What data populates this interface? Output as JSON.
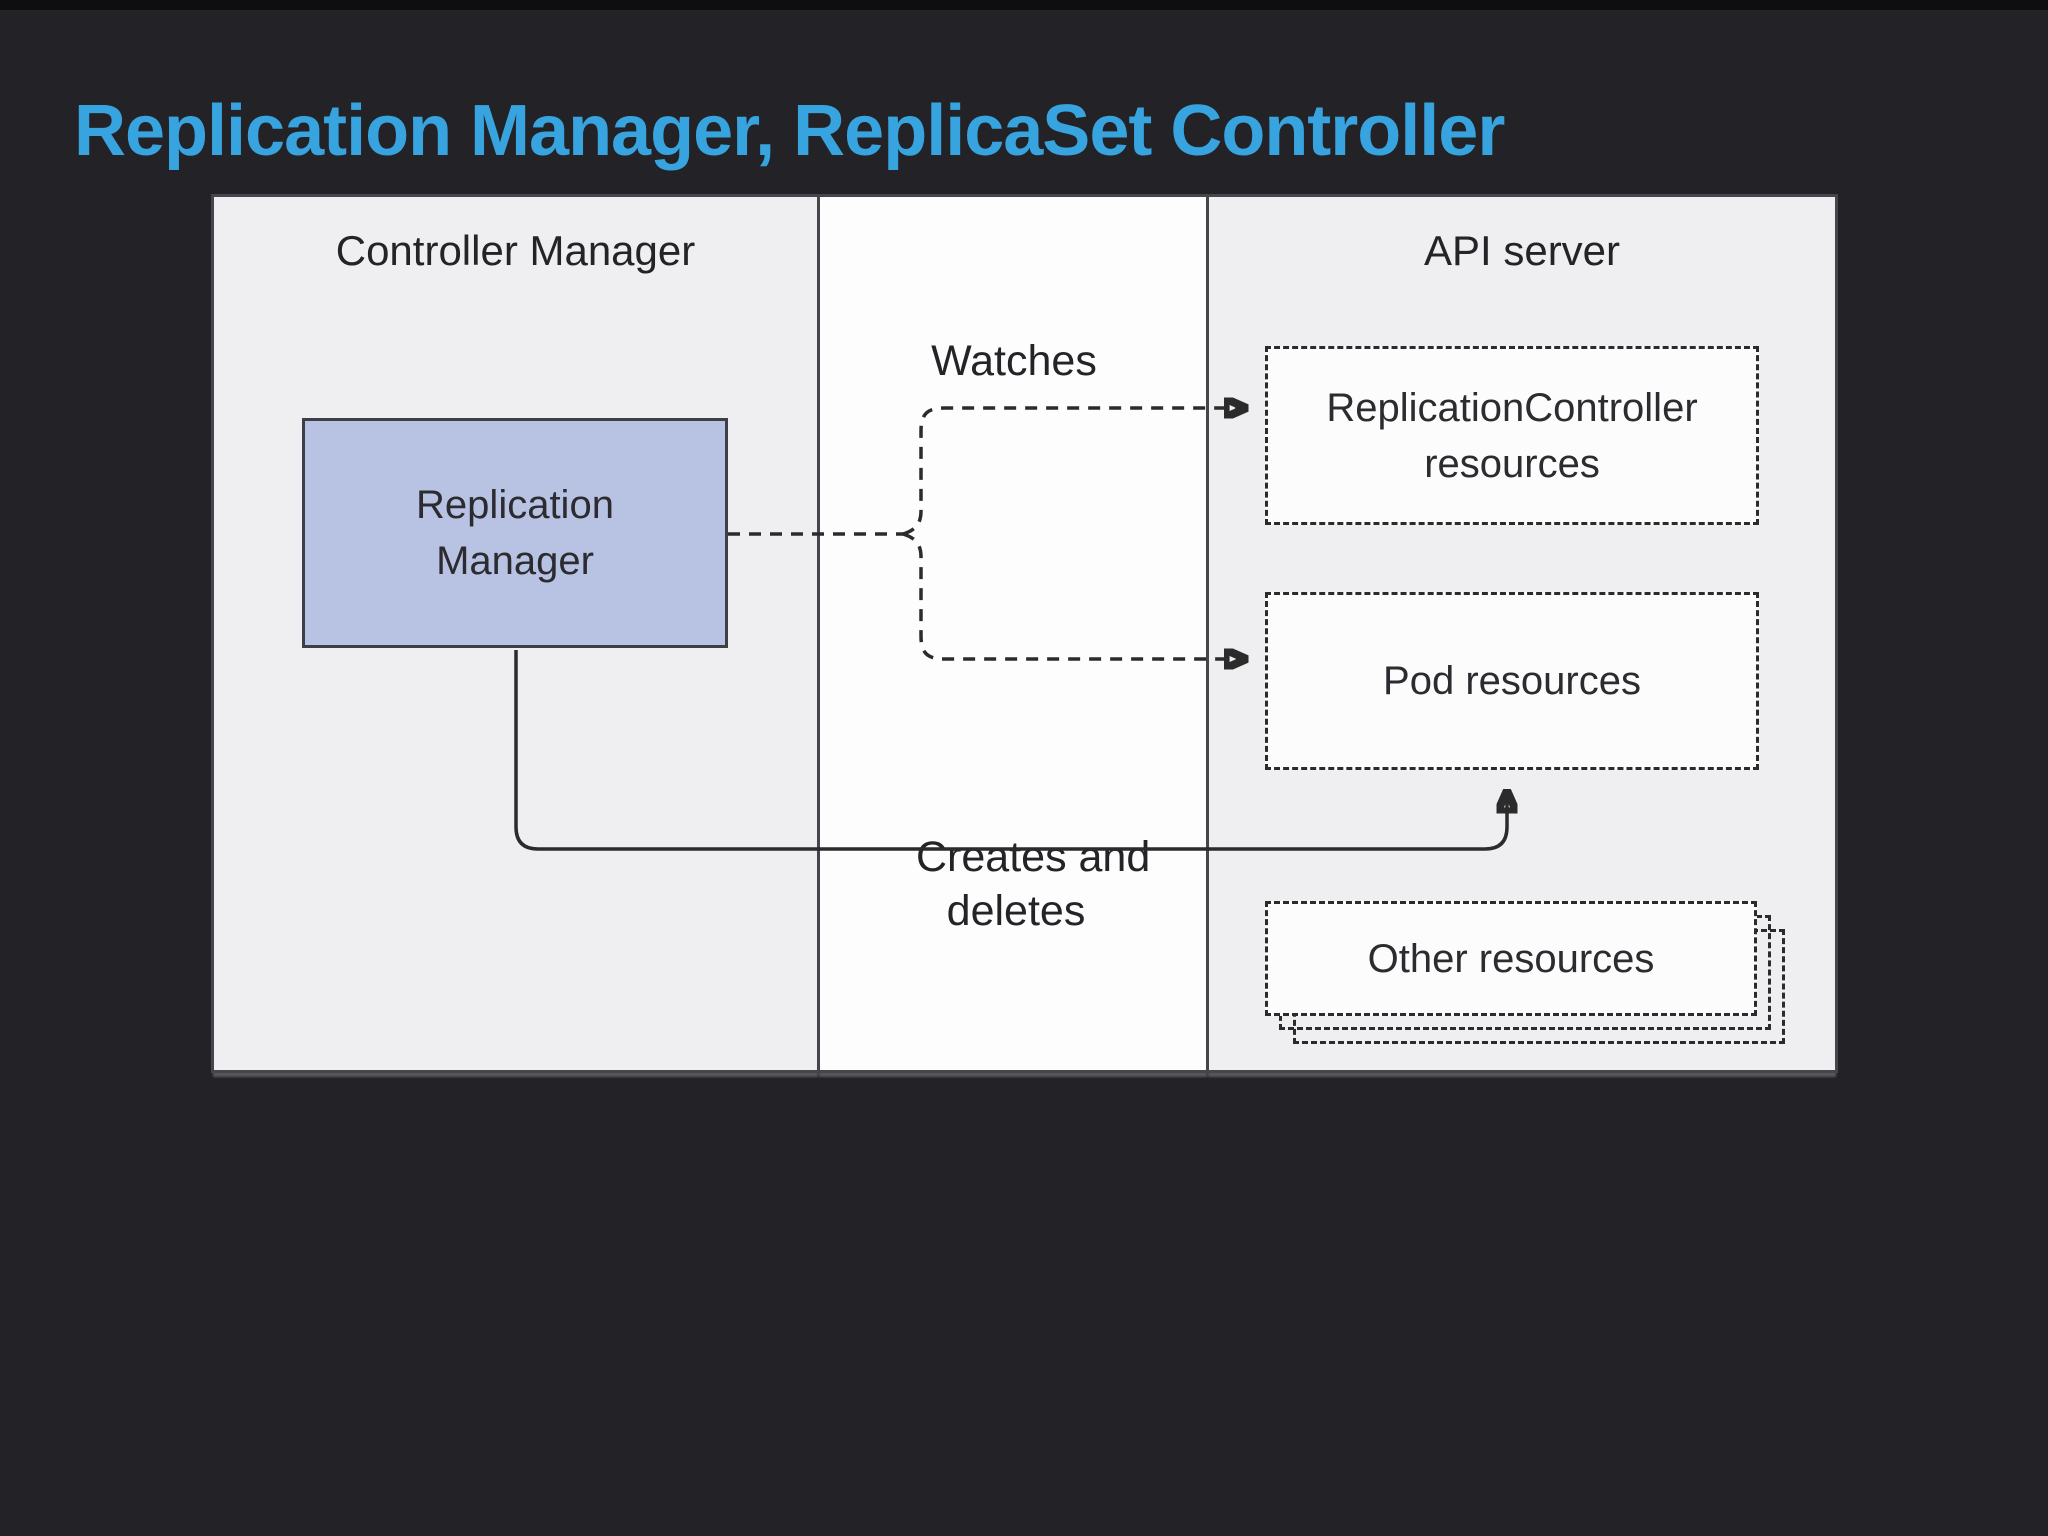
{
  "slide": {
    "title": "Replication Manager, ReplicaSet Controller"
  },
  "colors": {
    "background": "#232327",
    "title_accent": "#38a4df",
    "panel_fill": "#efeef1",
    "lane_fill": "#fdfdfe",
    "node_blue_fill": "#b8c3e3",
    "line": "#2b2b2b"
  },
  "diagram": {
    "left_panel": {
      "label": "Controller Manager"
    },
    "right_panel": {
      "label": "API server"
    },
    "nodes": {
      "replication_manager": {
        "line1": "Replication",
        "line2": "Manager"
      },
      "replication_controller_resources": {
        "line1": "ReplicationController",
        "line2": "resources"
      },
      "pod_resources": {
        "label": "Pod resources"
      },
      "other_resources": {
        "label": "Other resources"
      }
    },
    "edges": {
      "watches": {
        "label": "Watches"
      },
      "creates_and_deletes": {
        "line1": "Creates and",
        "line2": "deletes"
      }
    }
  }
}
